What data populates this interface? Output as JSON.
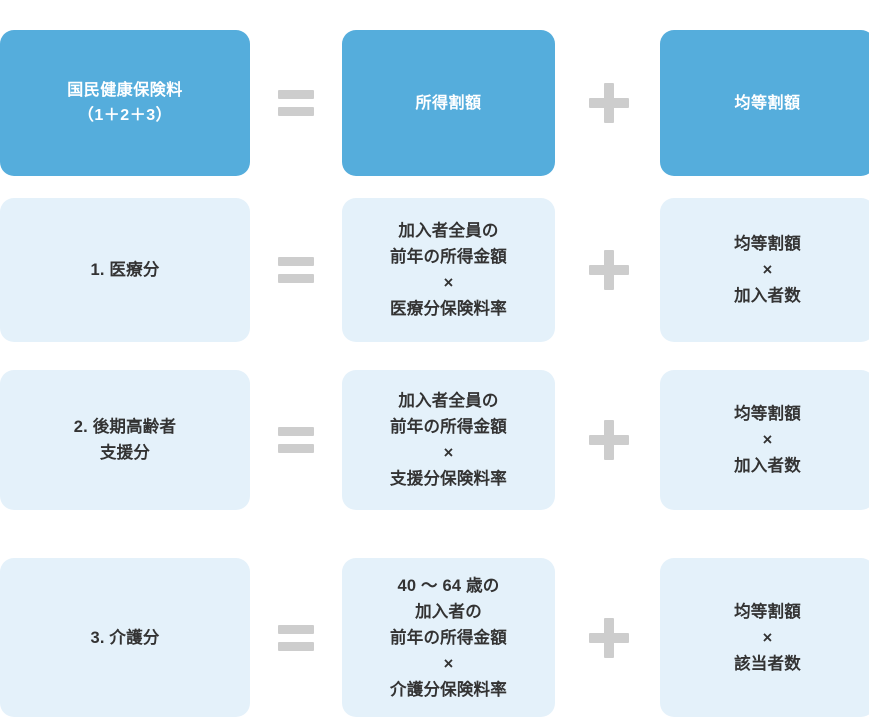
{
  "clipped_header_text": "        ",
  "colors": {
    "header_box": "#55addc",
    "body_box": "#e4f1fa",
    "header_text": "#ffffff",
    "body_text": "#333333",
    "operator": "#cdcdcd",
    "page_background": "#ffffff"
  },
  "operators": {
    "equals": "=",
    "plus": "+",
    "times": "×"
  },
  "rows": [
    {
      "id": "total",
      "label": "国民健康保険料\n（1＋2＋3）",
      "income_share": "所得割額",
      "per_capita": "均等割額"
    },
    {
      "id": "medical",
      "label": "1. 医療分",
      "income_share": "加入者全員の\n前年の所得金額\n×\n医療分保険料率",
      "per_capita": "均等割額\n×\n加入者数"
    },
    {
      "id": "elderly",
      "label": "2. 後期高齢者\n支援分",
      "income_share": "加入者全員の\n前年の所得金額\n×\n支援分保険料率",
      "per_capita": "均等割額\n×\n加入者数"
    },
    {
      "id": "nursing",
      "label": "3. 介護分",
      "income_share": "40 〜 64 歳の\n加入者の\n前年の所得金額\n×\n介護分保険料率",
      "per_capita": "均等割額\n×\n該当者数"
    }
  ]
}
